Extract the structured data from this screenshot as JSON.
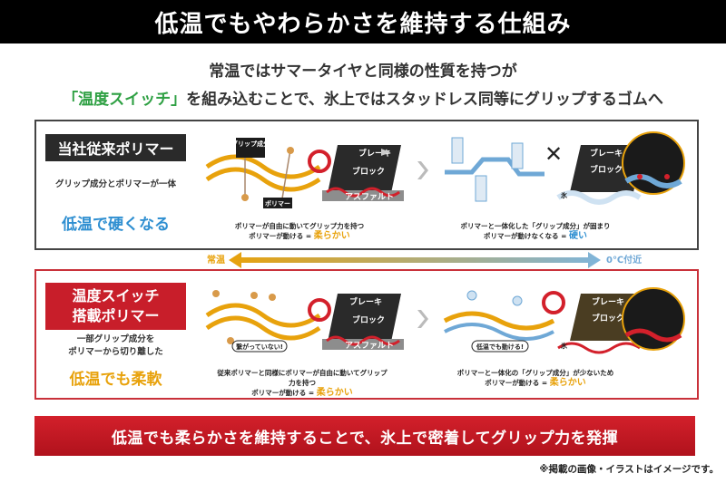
{
  "title": "低温でもやわらかさを維持する仕組み",
  "intro": {
    "line1": "常温ではサマータイヤと同様の性質を持つが",
    "line2_highlight": "「温度スイッチ」",
    "line2_rest": "を組み込むことで、氷上ではスタッドレス同等にグリップするゴムへ"
  },
  "top_panel": {
    "label": "当社従来ポリマー",
    "desc": "グリップ成分とポリマーが一体",
    "result": "低温で硬くなる",
    "tag_grip": "グリップ成分",
    "tag_polymer": "ポリマー",
    "brake": "ブレーキ",
    "block": "ブロック",
    "asphalt": "アスファルト",
    "ice": "氷",
    "left_note_1": "ポリマーが自由に動いてグリップ力を持つ",
    "left_note_2": "ポリマーが動ける",
    "left_note_eq": "=",
    "left_note_em": "柔らかい",
    "right_note_1": "ポリマーと一体化した「グリップ成分」が固まり",
    "right_note_2": "ポリマーが動けなくなる",
    "right_note_eq": "=",
    "right_note_em": "硬い"
  },
  "arrow": {
    "left": "常温",
    "right": "0℃付近"
  },
  "bottom_panel": {
    "label_1": "温度スイッチ",
    "label_2": "搭載ポリマー",
    "desc_1": "一部グリップ成分を",
    "desc_2": "ポリマーから切り離した",
    "result": "低温でも柔軟",
    "bubble_left": "繋がっていない!",
    "bubble_right": "低温でも動ける!",
    "brake": "ブレーキ",
    "block": "ブロック",
    "asphalt": "アスファルト",
    "ice": "氷",
    "left_note_1": "従来ポリマーと同様にポリマーが自由に動いてグリップ力を持つ",
    "left_note_2": "ポリマーが動ける",
    "left_note_eq": "=",
    "left_note_em": "柔らかい",
    "right_note_1": "ポリマーと一体化の「グリップ成分」が少ないため",
    "right_note_2": "ポリマーが動ける",
    "right_note_eq": "=",
    "right_note_em": "柔らかい"
  },
  "slogan": "低温でも柔らかさを維持することで、氷上で密着してグリップ力を発揮",
  "note": "※掲載の画像・イラストはイメージです。",
  "colors": {
    "accent_red": "#c81e2a",
    "blue": "#2f8fd1",
    "orange": "#e8a20c",
    "green": "#2ea043"
  }
}
